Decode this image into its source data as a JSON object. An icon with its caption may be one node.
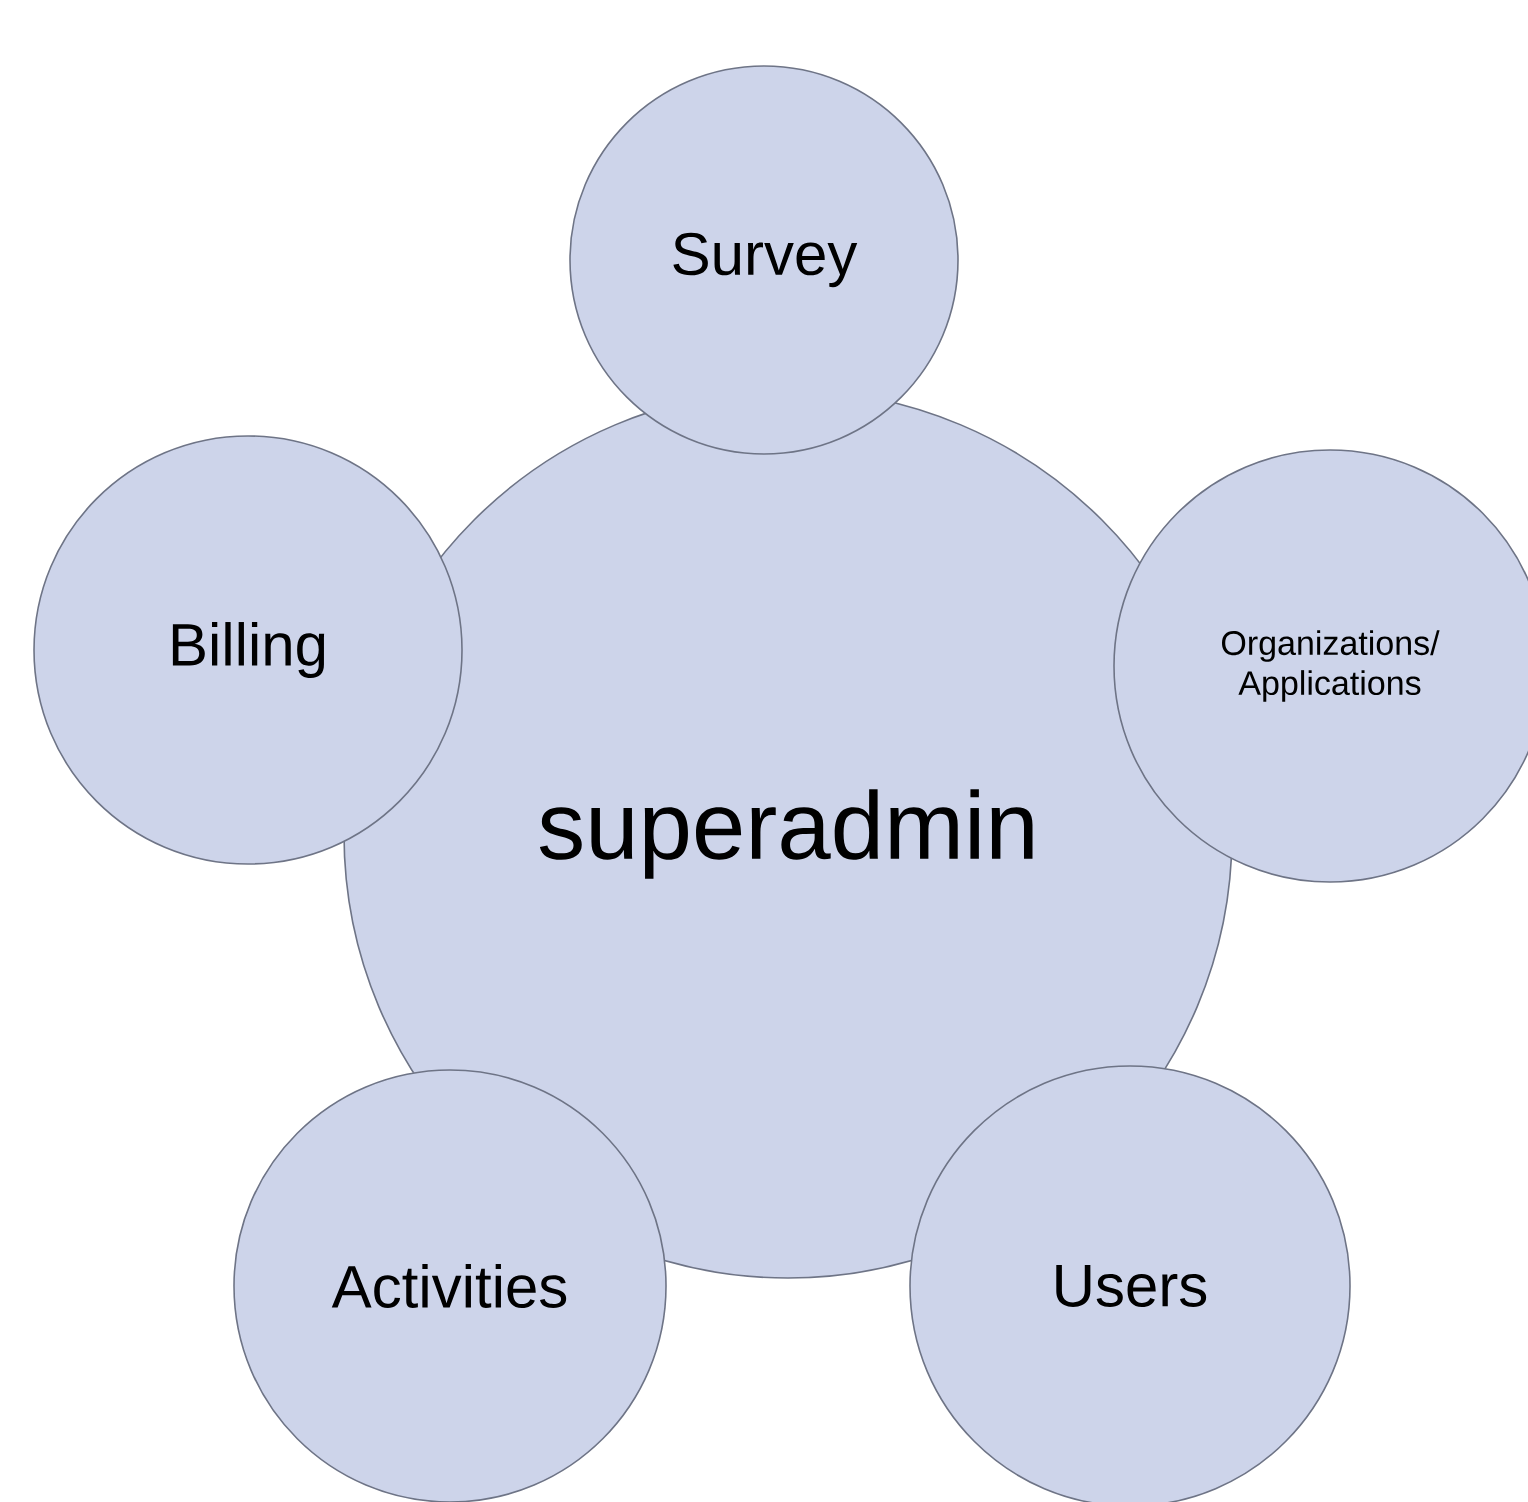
{
  "diagram": {
    "nodes": [
      {
        "text": [
          "Survey"
        ]
      },
      {
        "text": [
          "Billing"
        ]
      },
      {
        "text": [
          "Organizations/ Applications"
        ]
      },
      {
        "text": [
          "superadmin"
        ]
      },
      {
        "text": [
          "Activities"
        ]
      },
      {
        "text": [
          "Users"
        ]
      }
    ]
  }
}
